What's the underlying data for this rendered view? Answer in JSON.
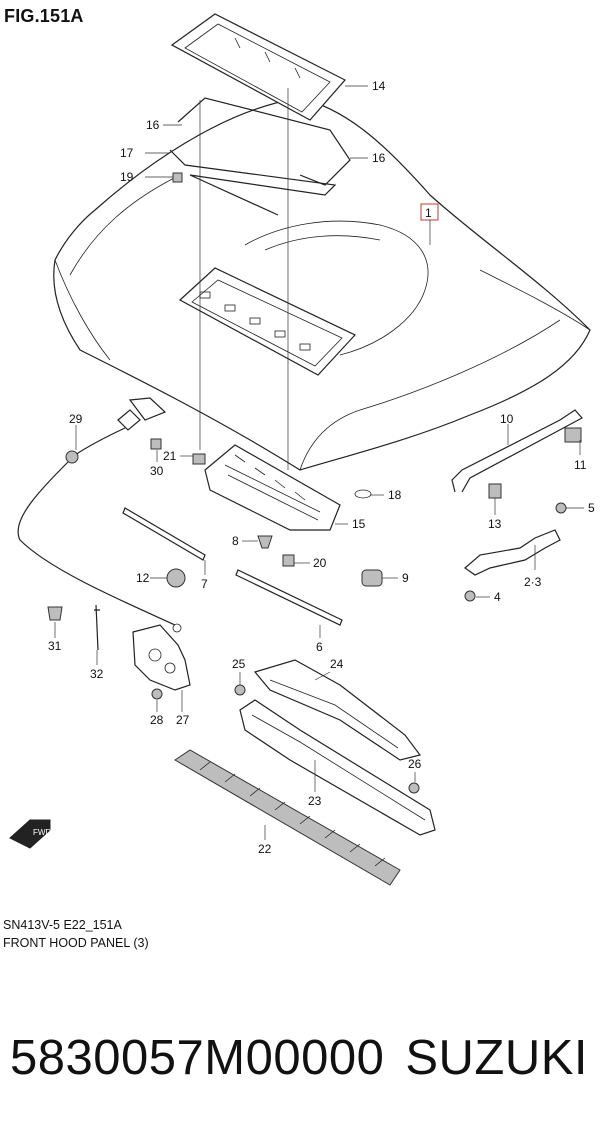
{
  "figure": {
    "title": "FIG.151A",
    "code": "SN413V-5 E22_151A",
    "name": "FRONT HOOD PANEL (3)"
  },
  "callouts": [
    "1",
    "2·3",
    "4",
    "5",
    "6",
    "7",
    "8",
    "9",
    "10",
    "11",
    "12",
    "13",
    "14",
    "15",
    "16",
    "16",
    "17",
    "18",
    "19",
    "20",
    "21",
    "22",
    "23",
    "24",
    "25",
    "26",
    "27",
    "28",
    "29",
    "30",
    "31",
    "32"
  ],
  "footer": {
    "part_number": "5830057M00000",
    "brand": "SUZUKI"
  },
  "arrow_label": "FWD"
}
